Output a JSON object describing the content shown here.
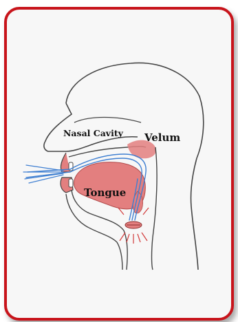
{
  "labels": {
    "nasal_cavity": "Nasal Cavity",
    "velum": "Velum",
    "tongue": "Tongue"
  },
  "colors": {
    "frame": "#c8141b",
    "background": "#f7f7f7",
    "outline": "#444444",
    "tissue": "#e37f7f",
    "airflow": "#3f7fd1",
    "vibration": "#d23a3a"
  }
}
